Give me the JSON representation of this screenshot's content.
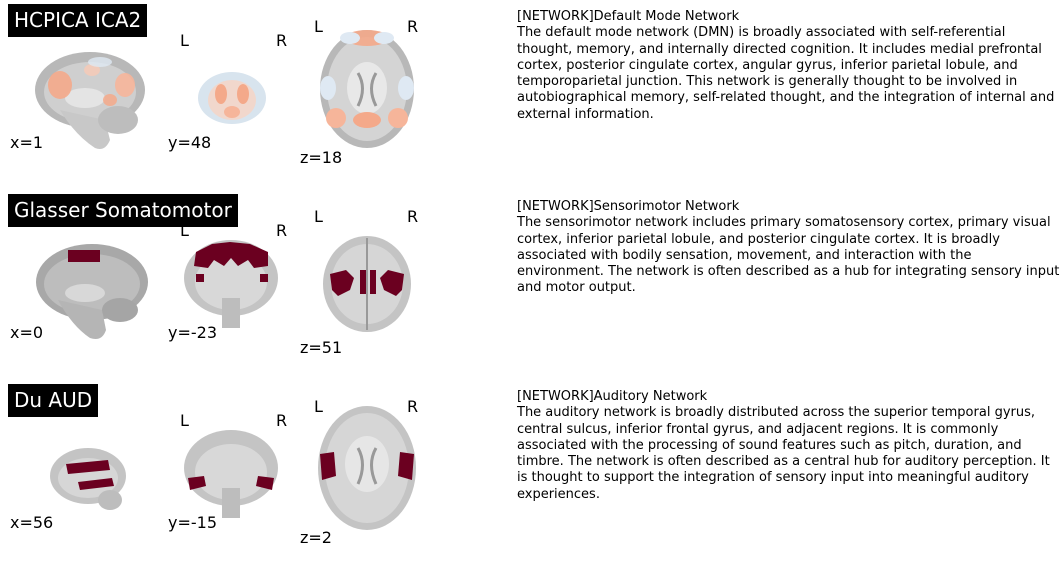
{
  "rows": [
    {
      "title": "HCPICA ICA2",
      "coords": {
        "x": "x=1",
        "y": "y=48",
        "z": "z=18"
      },
      "orientation": {
        "left": "L",
        "right": "R"
      },
      "description": {
        "heading": "[NETWORK]Default Mode Network",
        "body": "The default mode network (DMN) is broadly associated with self-referential thought, memory, and internally directed cognition. It includes medial prefrontal cortex, posterior cingulate cortex, angular gyrus, inferior parietal lobule, and temporoparietal junction. This network is generally thought to be involved in autobiographical memory, self-related thought, and the integration of internal and external information."
      },
      "overlay_color": "#f08a6a"
    },
    {
      "title": "Glasser Somatomotor",
      "coords": {
        "x": "x=0",
        "y": "y=-23",
        "z": "z=51"
      },
      "orientation": {
        "left": "L",
        "right": "R"
      },
      "description": {
        "heading": "[NETWORK]Sensorimotor Network",
        "body": "The sensorimotor network includes primary somatosensory cortex, primary visual cortex, inferior parietal lobule, and posterior cingulate cortex. It is broadly associated with bodily sensation, movement, and interaction with the environment. The network is often described as a hub for integrating sensory input and motor output."
      },
      "overlay_color": "#6b0020"
    },
    {
      "title": "Du AUD",
      "coords": {
        "x": "x=56",
        "y": "y=-15",
        "z": "z=2"
      },
      "orientation": {
        "left": "L",
        "right": "R"
      },
      "description": {
        "heading": "[NETWORK]Auditory Network",
        "body": "The auditory network is broadly distributed across the superior temporal gyrus, central sulcus, inferior frontal gyrus, and adjacent regions. It is commonly associated with the processing of sound features such as pitch, duration, and timbre. The network is often described as a central hub for auditory perception. It is thought to support the integration of sensory input into meaningful auditory experiences."
      },
      "overlay_color": "#6b0020"
    }
  ]
}
